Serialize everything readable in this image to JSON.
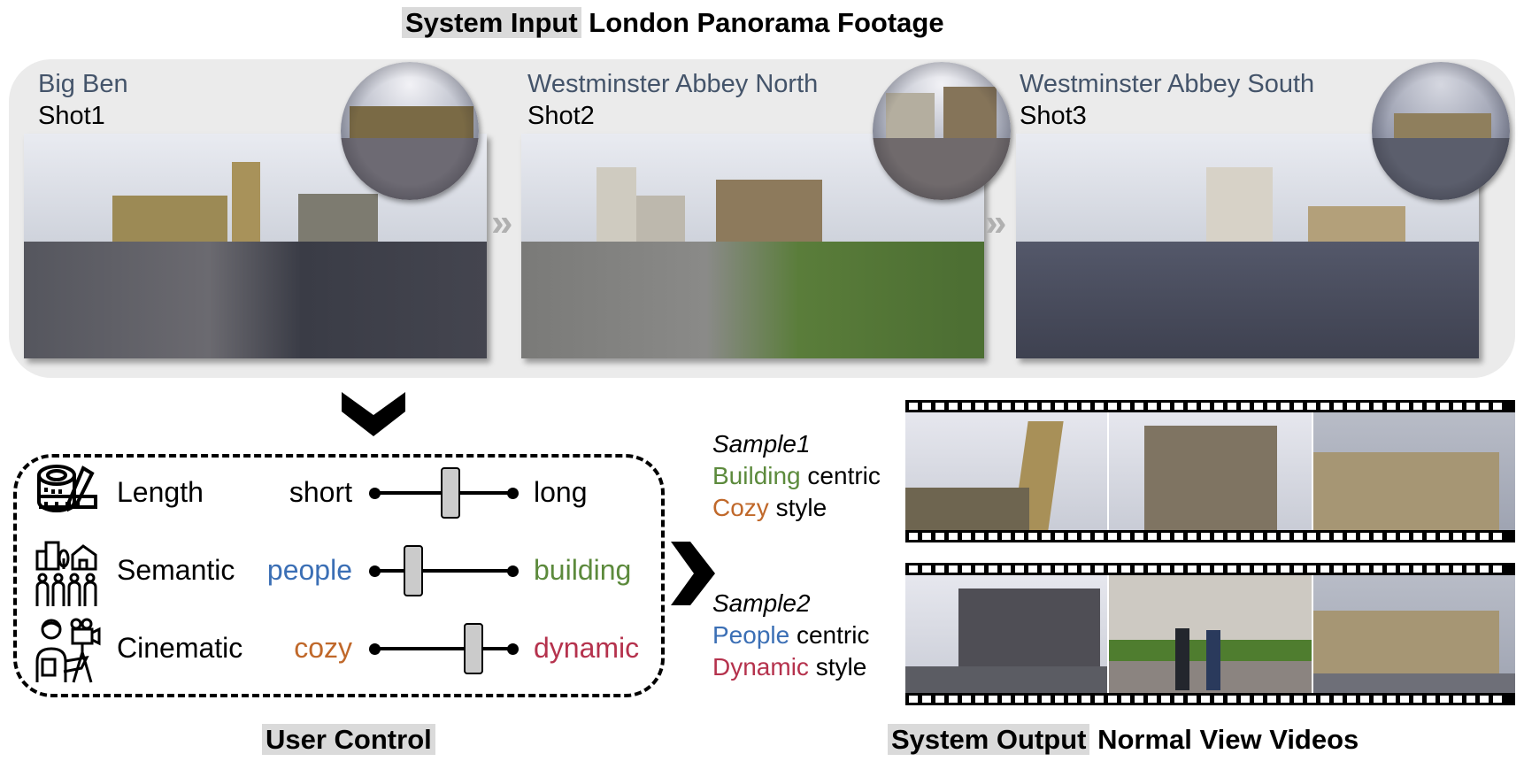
{
  "titles": {
    "top_highlight": "System Input",
    "top_rest": "London Panorama Footage",
    "user_control": "User Control",
    "output_highlight": "System Output",
    "output_rest": "Normal View Videos"
  },
  "input_shots": [
    {
      "location": "Big Ben",
      "shot": "Shot1"
    },
    {
      "location": "Westminster Abbey North",
      "shot": "Shot2"
    },
    {
      "location": "Westminster Abbey South",
      "shot": "Shot3"
    }
  ],
  "shot_separator": "»",
  "controls": [
    {
      "name": "Length",
      "icon": "measuring-tape-icon",
      "low": "short",
      "high": "long",
      "low_color": "#000000",
      "high_color": "#000000",
      "value": 0.55
    },
    {
      "name": "Semantic",
      "icon": "buildings-people-icon",
      "low": "people",
      "high": "building",
      "low_color": "#3b6fb5",
      "high_color": "#5c8a3c",
      "value": 0.28
    },
    {
      "name": "Cinematic",
      "icon": "cameraman-icon",
      "low": "cozy",
      "high": "dynamic",
      "low_color": "#c0682a",
      "high_color": "#b5324d",
      "value": 0.72
    }
  ],
  "samples": [
    {
      "name": "Sample1",
      "line1_key": "Building",
      "line1_key_color": "#5c8a3c",
      "line1_rest": " centric",
      "line2_key": "Cozy",
      "line2_key_color": "#c0682a",
      "line2_rest": " style",
      "frames": [
        "big-ben-tower",
        "westminster-abbey-north-facade",
        "westminster-abbey-south-building"
      ]
    },
    {
      "name": "Sample2",
      "line1_key": "People",
      "line1_key_color": "#3b6fb5",
      "line1_rest": " centric",
      "line2_key": "Dynamic",
      "line2_key_color": "#b5324d",
      "line2_rest": " style",
      "frames": [
        "portcullis-house-street",
        "pedestrians-abbey-lawn",
        "westminster-abbey-south-building"
      ]
    }
  ]
}
